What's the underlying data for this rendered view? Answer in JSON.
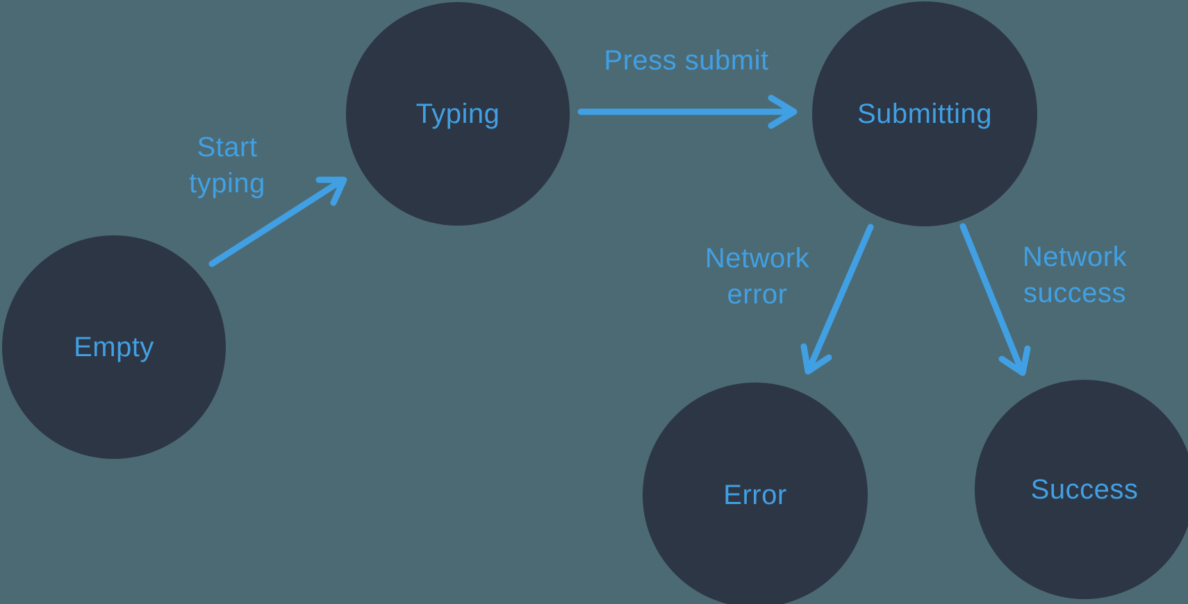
{
  "diagram": {
    "type": "state-machine",
    "nodes": [
      {
        "id": "empty",
        "label": "Empty"
      },
      {
        "id": "typing",
        "label": "Typing"
      },
      {
        "id": "submitting",
        "label": "Submitting"
      },
      {
        "id": "error",
        "label": "Error"
      },
      {
        "id": "success",
        "label": "Success"
      }
    ],
    "edges": [
      {
        "from": "empty",
        "to": "typing",
        "label": "Start typing"
      },
      {
        "from": "typing",
        "to": "submitting",
        "label": "Press submit"
      },
      {
        "from": "submitting",
        "to": "error",
        "label": "Network error"
      },
      {
        "from": "submitting",
        "to": "success",
        "label": "Network success"
      }
    ],
    "colors": {
      "background": "#4C6A73",
      "node_fill": "#2D3644",
      "accent_blue": "#41A0E4"
    }
  }
}
